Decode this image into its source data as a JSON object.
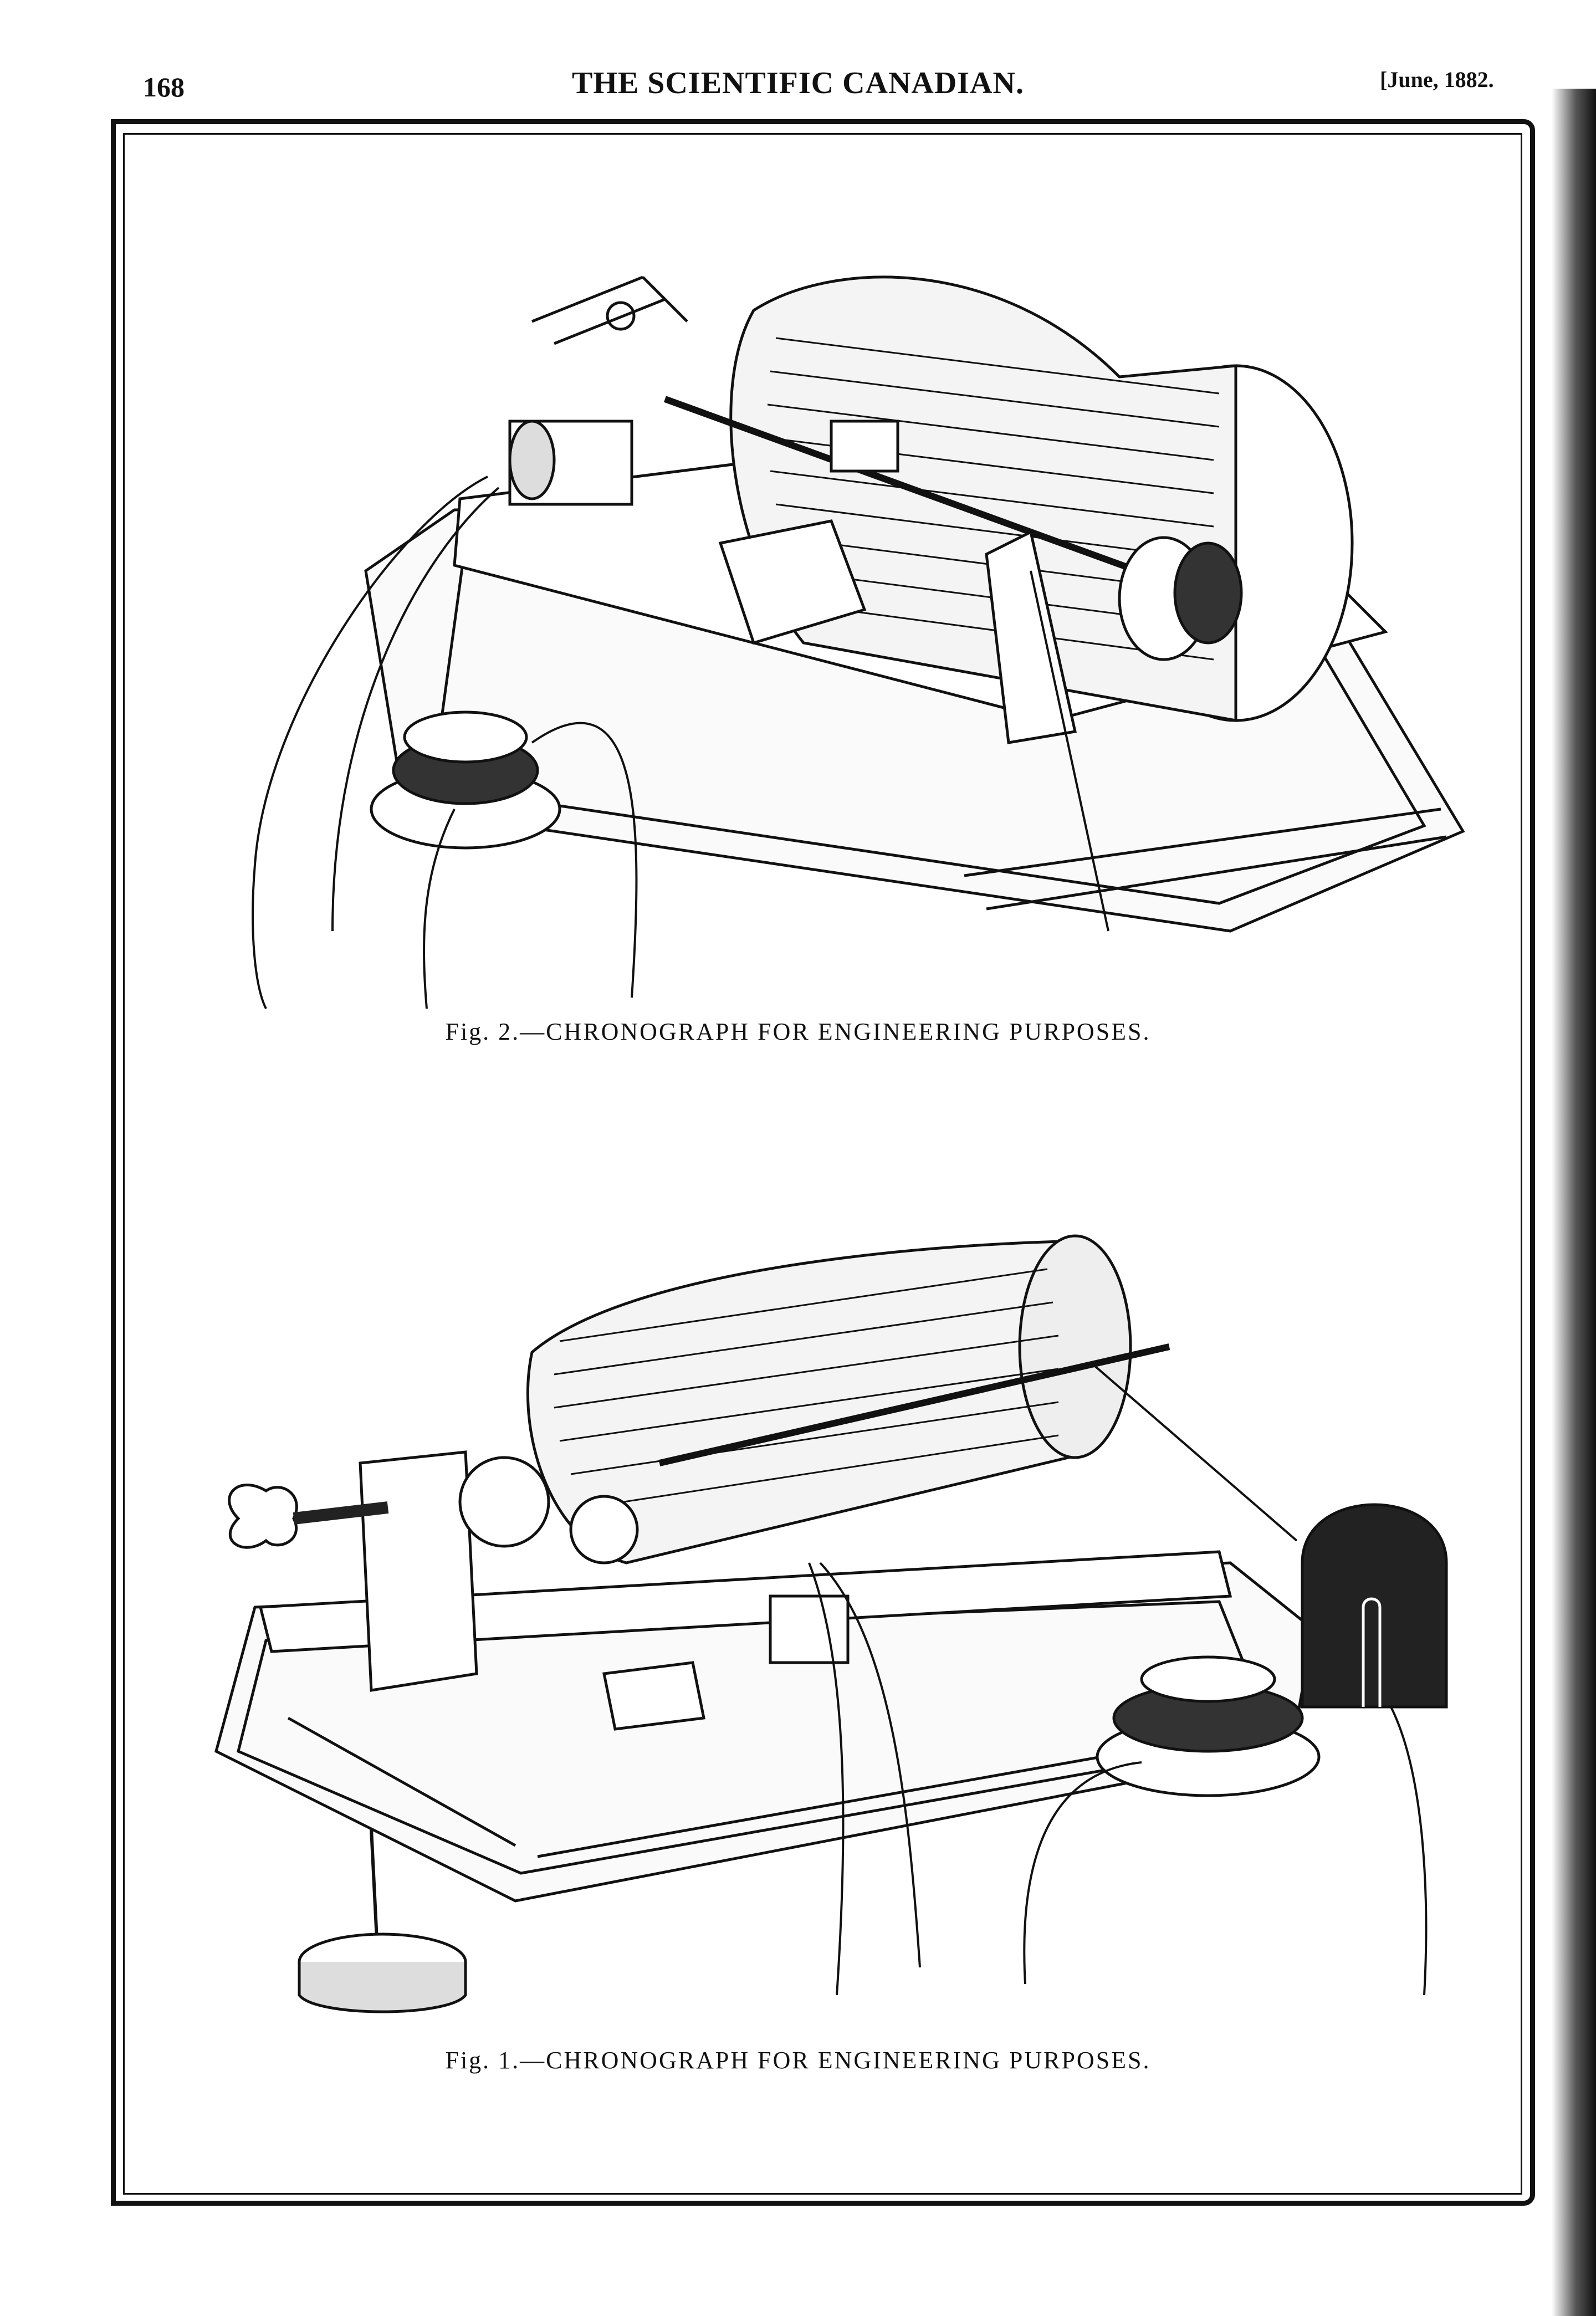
{
  "header": {
    "page_number": "168",
    "title": "THE SCIENTIFIC CANADIAN.",
    "date": "[June, 1882."
  },
  "figures": [
    {
      "caption": "Fig. 2.—CHRONOGRAPH FOR ENGINEERING PURPOSES."
    },
    {
      "caption": "Fig. 1.—CHRONOGRAPH FOR ENGINEERING PURPOSES."
    }
  ]
}
